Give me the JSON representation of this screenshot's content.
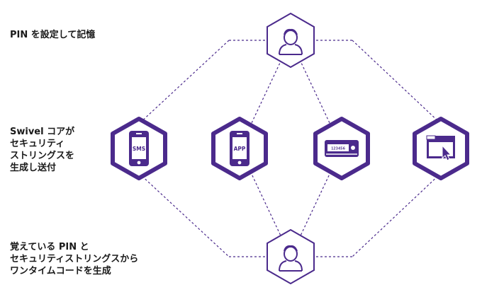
{
  "labels": {
    "top": "PIN を設定して記憶",
    "middle": "Swivel コアが\nセキュリティ\nストリングスを\n生成し送付",
    "bottom": "覚えている PIN と\nセキュリティストリングスから\nワンタイムコードを生成"
  },
  "nodes": {
    "user_top": {
      "icon": "user-icon"
    },
    "sms": {
      "icon": "phone-sms-icon",
      "text": "SMS"
    },
    "app": {
      "icon": "phone-app-icon",
      "text": "APP"
    },
    "token": {
      "icon": "hardware-token-icon",
      "text": "123456"
    },
    "browser": {
      "icon": "browser-window-icon"
    },
    "user_bottom": {
      "icon": "user-icon"
    }
  },
  "colors": {
    "accent": "#4b2a8c",
    "edge": "#4b2a8c"
  }
}
